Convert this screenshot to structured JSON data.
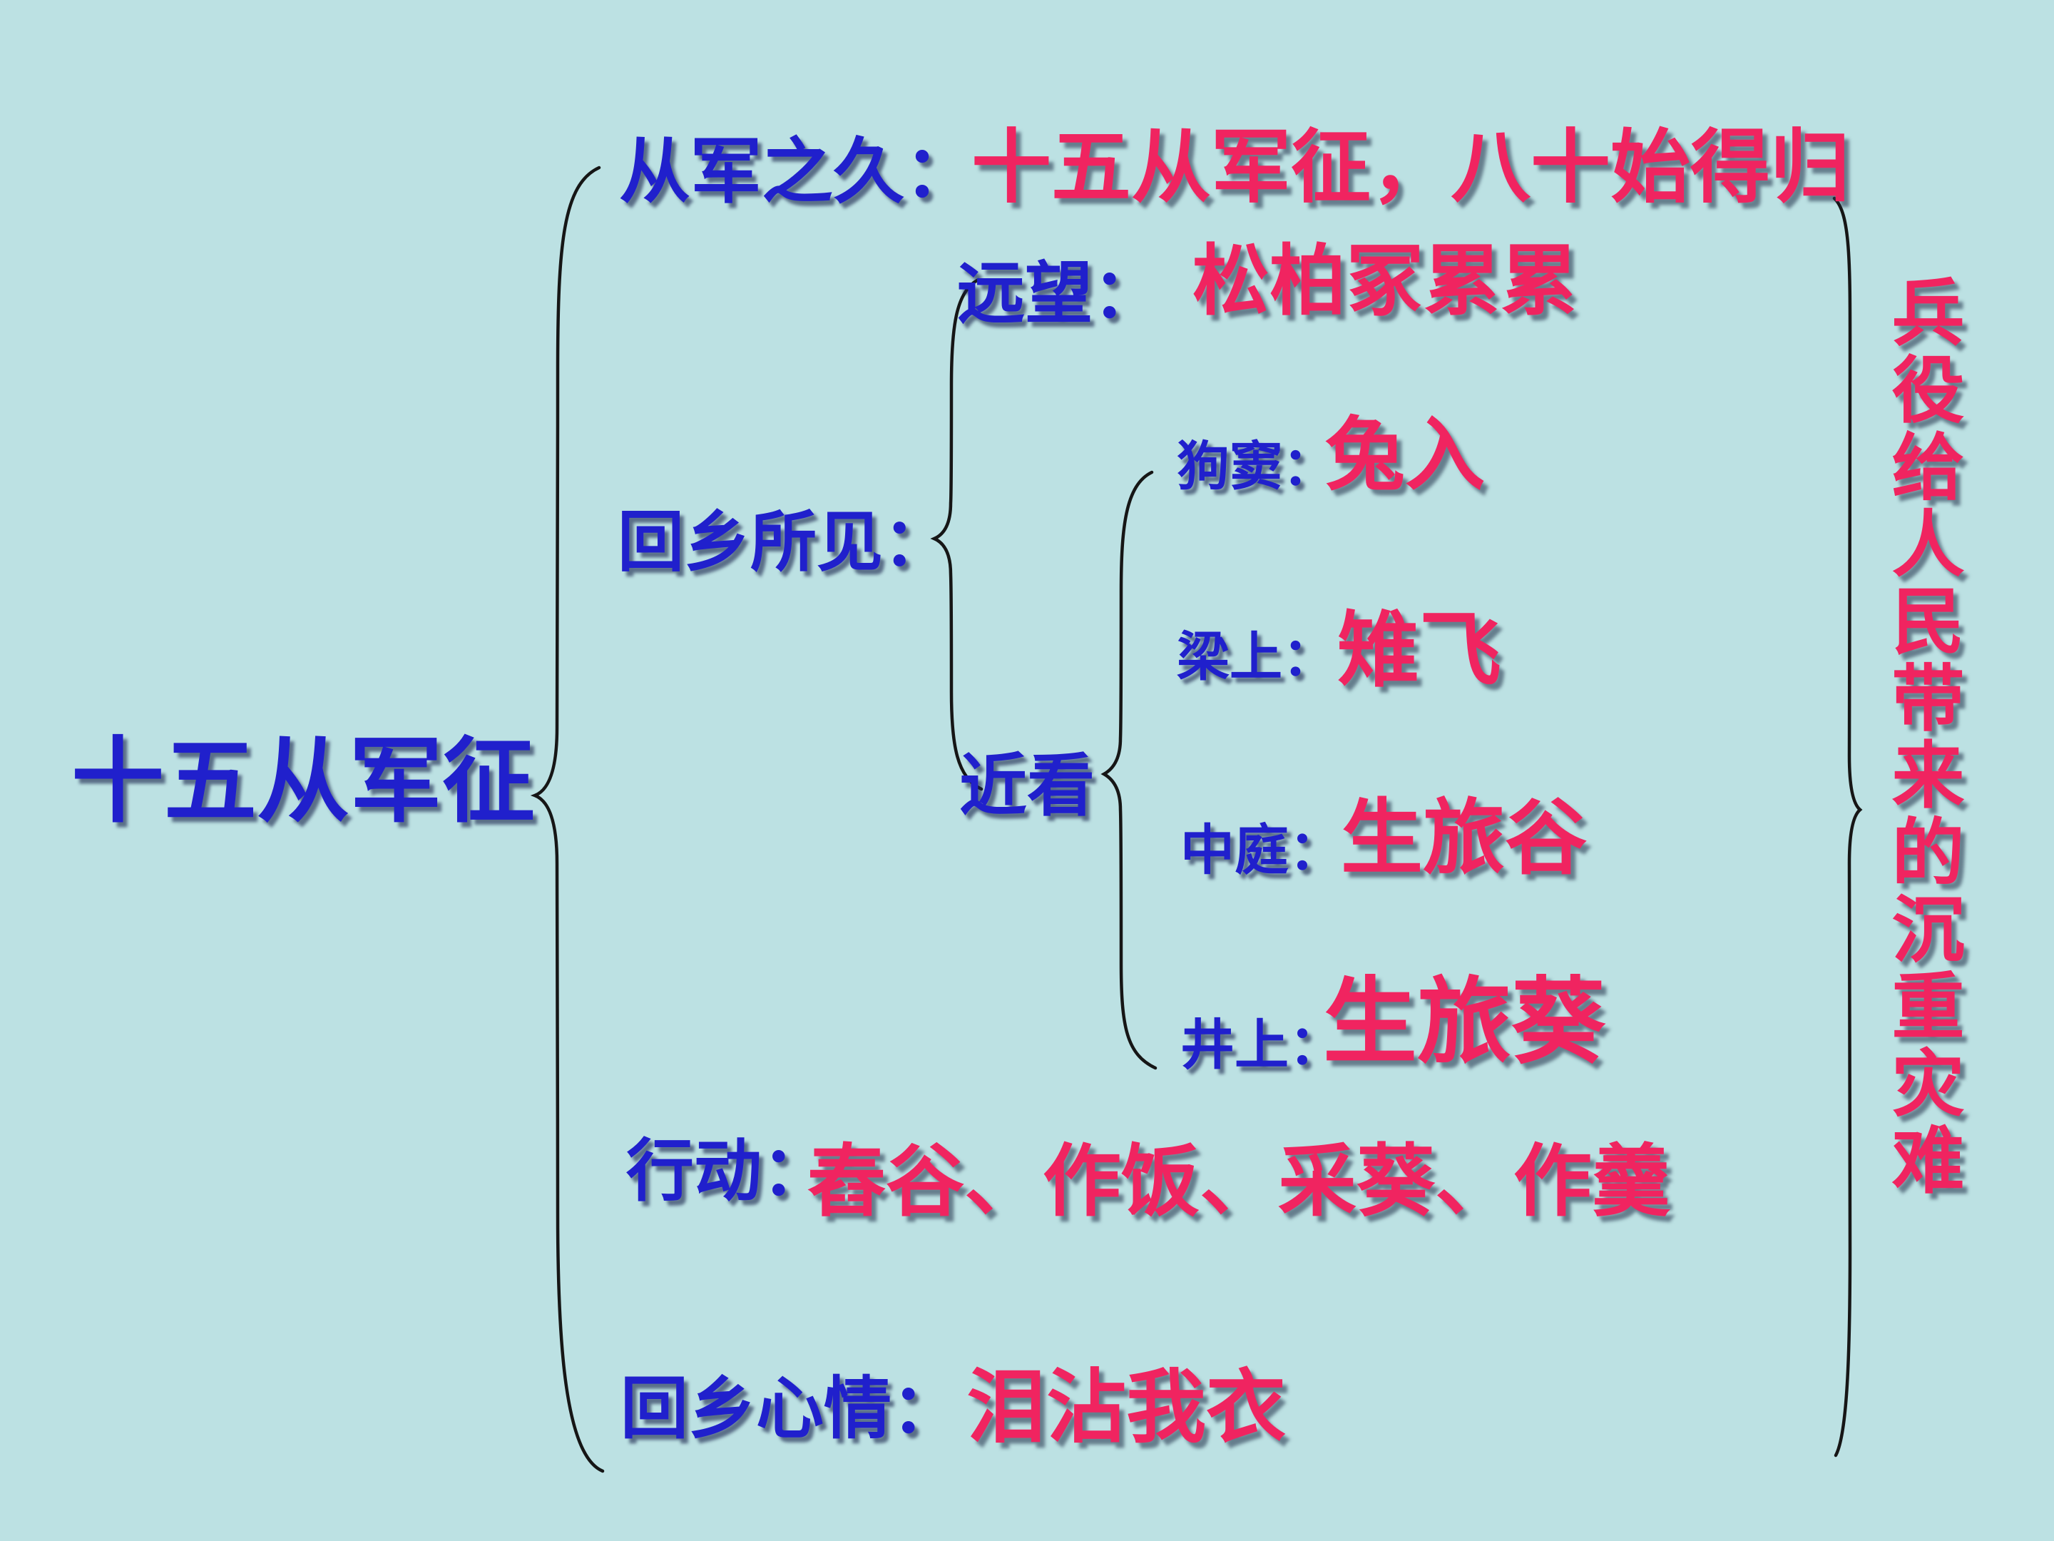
{
  "colors": {
    "background": "#BCE1E3",
    "blue_text": "#2020CC",
    "pink_text": "#F02460",
    "brace": "#161616"
  },
  "title": "十五从军征",
  "branches": [
    {
      "label": "从军之久：",
      "value": "十五从军征，八十始得归"
    },
    {
      "label": "回乡所见：",
      "children": [
        {
          "label": "远望：",
          "value": "松柏冢累累"
        },
        {
          "label": "近看",
          "children": [
            {
              "label": "狗窦：",
              "value": "兔入"
            },
            {
              "label": "梁上：",
              "value": "雉飞"
            },
            {
              "label": "中庭：",
              "value": "生旅谷"
            },
            {
              "label": "井上：",
              "value": "生旅葵"
            }
          ]
        }
      ]
    },
    {
      "label": "行动：",
      "value": "舂谷、作饭、采葵、作羹"
    },
    {
      "label": "回乡心情：",
      "value": "泪沾我衣"
    }
  ],
  "conclusion": "兵役给人民带来的沉重灾难"
}
